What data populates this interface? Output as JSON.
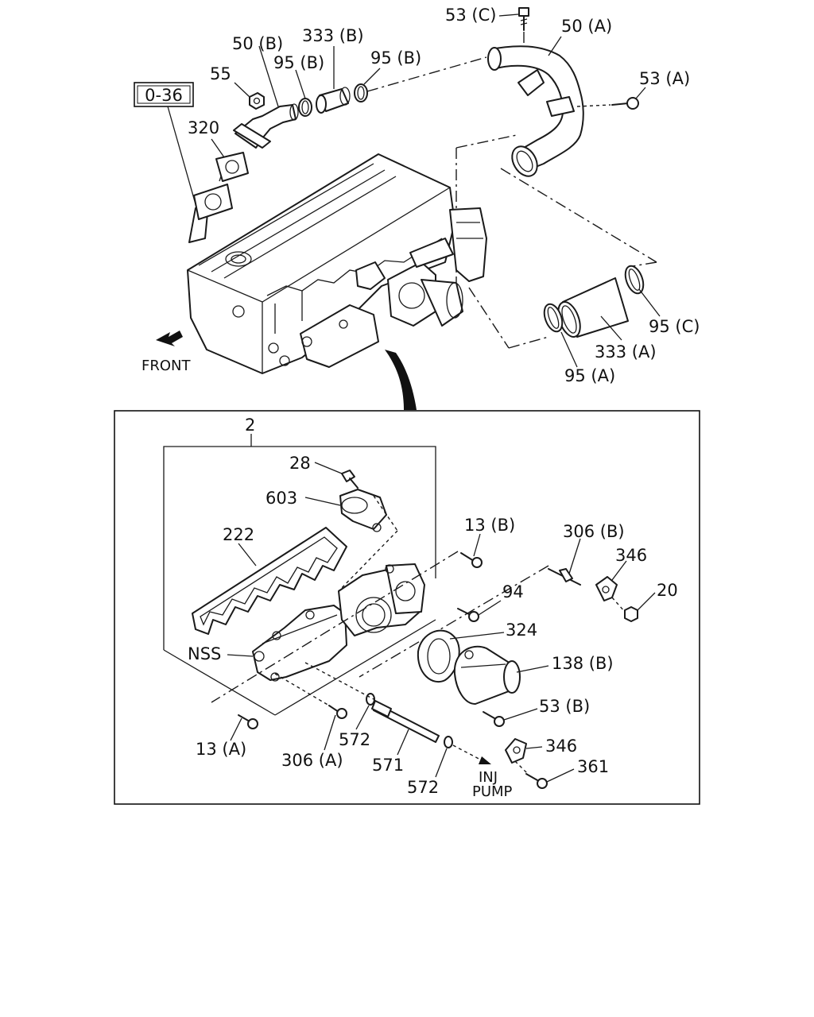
{
  "diagram": {
    "reference_box": "0-36",
    "front_label": "FRONT",
    "inj_pump_label_1": "INJ",
    "inj_pump_label_2": "PUMP",
    "top_labels": {
      "p53c": "53 (C)",
      "p50a": "50 (A)",
      "p50b": "50 (B)",
      "p333b": "333 (B)",
      "p95b_1": "95 (B)",
      "p95b_2": "95 (B)",
      "p55": "55",
      "p53a": "53 (A)",
      "p320": "320",
      "p95c": "95 (C)",
      "p333a": "333 (A)",
      "p95a": "95 (A)"
    },
    "detail_labels": {
      "p2": "2",
      "p28": "28",
      "p603": "603",
      "p222": "222",
      "p13b": "13 (B)",
      "p306b": "306 (B)",
      "p346_1": "346",
      "p20": "20",
      "p94": "94",
      "p324": "324",
      "p138b": "138 (B)",
      "nss": "NSS",
      "p53b": "53 (B)",
      "p13a": "13 (A)",
      "p306a": "306 (A)",
      "p572_1": "572",
      "p571": "571",
      "p572_2": "572",
      "p346_2": "346",
      "p361": "361"
    }
  }
}
